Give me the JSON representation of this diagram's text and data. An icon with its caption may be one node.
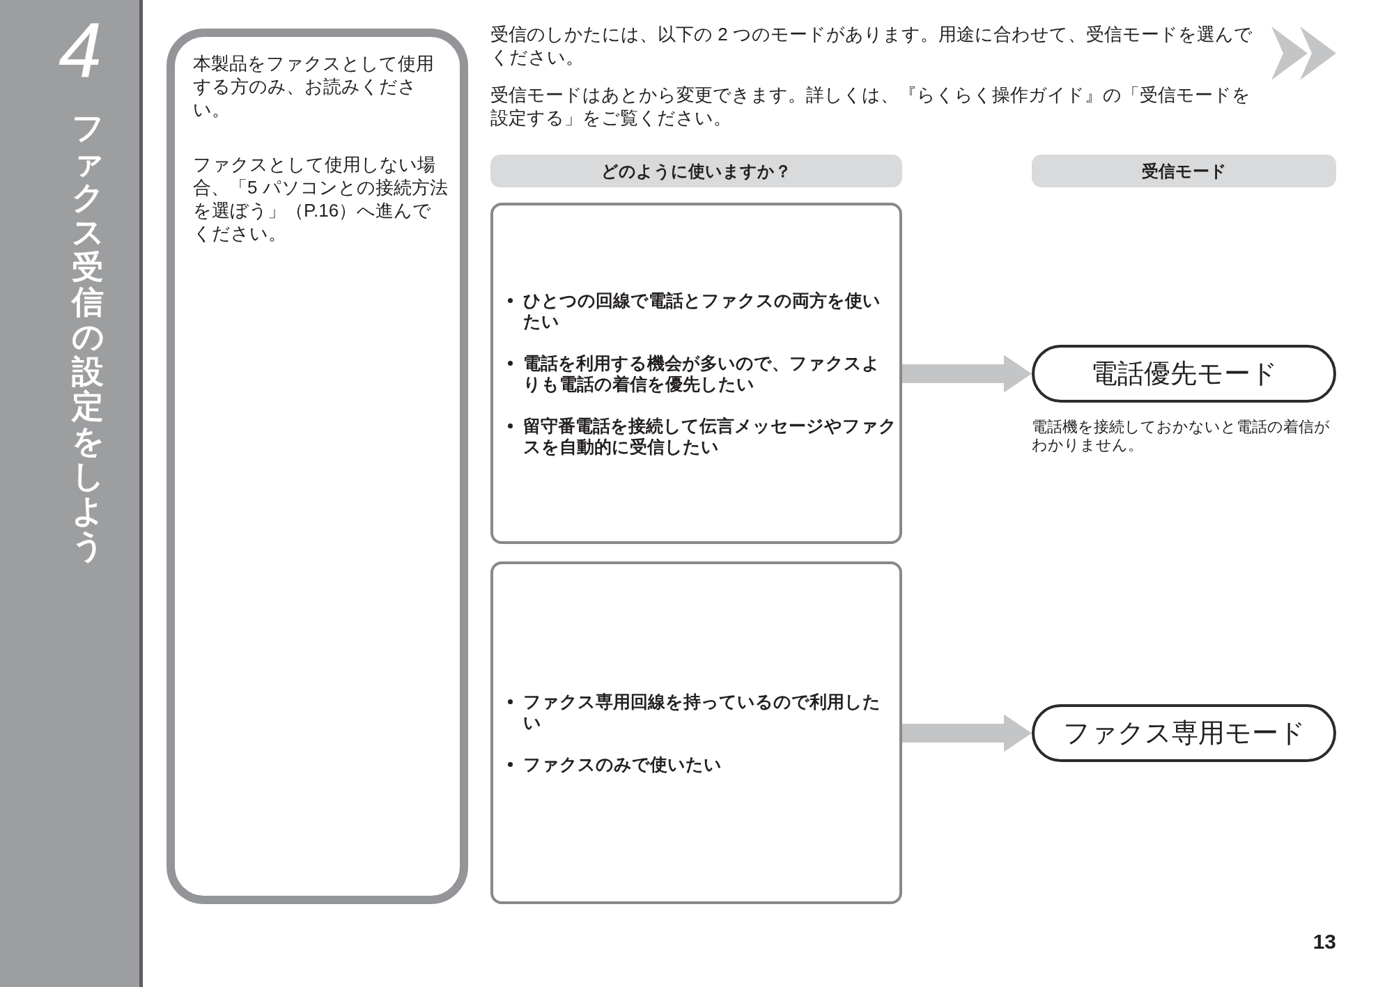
{
  "diagram": {
    "title": "ファクス受信の設定をしよう",
    "nodes": [
      {
        "text": [
          "本製品をファクスとして使用する方のみ、お読みください。",
          "ファクスとして使用しない場合、「5 パソコンとの接続方法を選ぼう」（P.16）へ進んでください。"
        ]
      },
      {
        "text": [
          "どのように使いますか？"
        ]
      },
      {
        "text": [
          "受信モード"
        ]
      },
      {
        "text": [
          "ひとつの回線で電話とファクスの両方を使いたい",
          "電話を利用する機会が多いので、ファクスよりも電話の着信を優先したい",
          "留守番電話を接続して伝言メッセージやファクスを自動的に受信したい"
        ]
      },
      {
        "text": [
          "電話優先モード"
        ],
        "beside": [
          "電話機を接続しておかないと電話の着信がわかりません。"
        ]
      },
      {
        "text": [
          "ファクス専用回線を持っているので利用したい",
          "ファクスのみで使いたい"
        ]
      },
      {
        "text": [
          "ファクス専用モード"
        ]
      }
    ],
    "edges": [
      {
        "from": 3,
        "to": 4,
        "arrow": "to"
      },
      {
        "from": 5,
        "to": 6,
        "arrow": "to"
      }
    ],
    "labels": [
      "4",
      "受信のしかたには、以下の 2 つのモードがあります。用途に合わせて、受信モードを選んでください。",
      "受信モードはあとから変更できます。詳しくは、『らくらく操作ガイド』の「受信モードを設定する」をご覧ください。",
      "13"
    ]
  }
}
